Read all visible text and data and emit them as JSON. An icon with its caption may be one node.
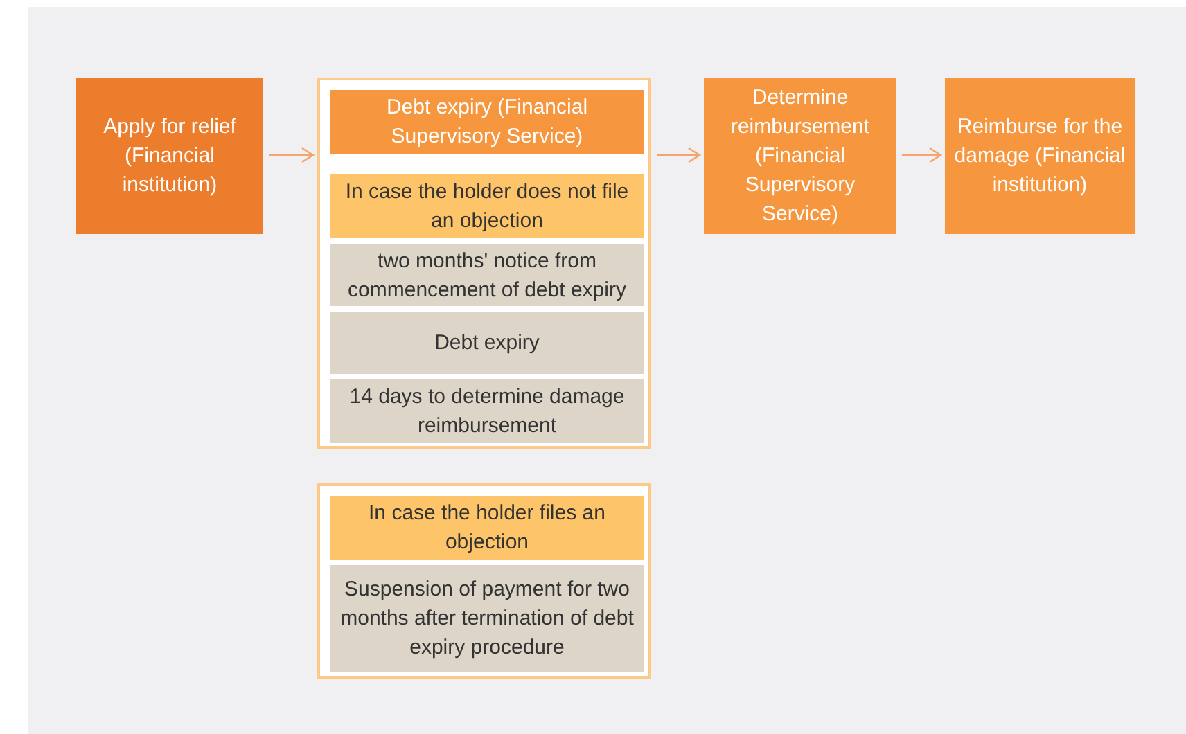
{
  "diagram": {
    "nodes": [
      {
        "text": [
          "Apply for relief (Financial institution)"
        ]
      },
      {
        "text": [],
        "shape": "box"
      },
      {
        "text": [
          "Debt expiry (Financial Supervisory Service)"
        ],
        "in": 1
      },
      {
        "text": [
          "In case the holder does not file an objection"
        ],
        "in": 1
      },
      {
        "text": [
          "two months' notice from commencement of debt expiry"
        ],
        "in": 1
      },
      {
        "text": [
          "Debt expiry"
        ],
        "in": 1
      },
      {
        "text": [
          "14 days to determine damage reimbursement"
        ],
        "in": 1
      },
      {
        "text": [
          "Determine reimbursement (Financial Supervisory Service)"
        ]
      },
      {
        "text": [
          "Reimburse for the damage (Financial institution)"
        ]
      },
      {
        "text": [],
        "shape": "box"
      },
      {
        "text": [
          "In case the holder files an objection"
        ],
        "in": 9
      },
      {
        "text": [
          "Suspension of payment for two months after termination of debt expiry procedure"
        ],
        "in": 9
      }
    ],
    "edges": [
      {
        "from": 0,
        "to": 1,
        "arrow": "to"
      },
      {
        "from": 1,
        "to": 7,
        "arrow": "to"
      },
      {
        "from": 7,
        "to": 8,
        "arrow": "to"
      }
    ]
  }
}
